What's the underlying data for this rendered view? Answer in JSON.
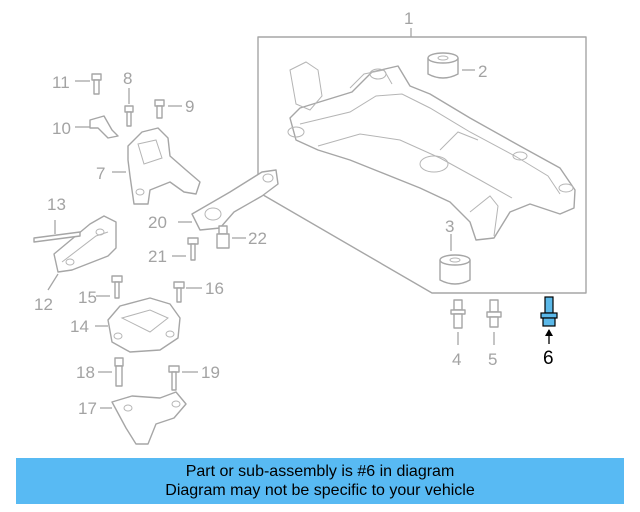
{
  "callouts": {
    "c1": "1",
    "c2": "2",
    "c3": "3",
    "c4": "4",
    "c5": "5",
    "c6": "6",
    "c7": "7",
    "c8": "8",
    "c9": "9",
    "c10": "10",
    "c11": "11",
    "c12": "12",
    "c13": "13",
    "c14": "14",
    "c15": "15",
    "c16": "16",
    "c17": "17",
    "c18": "18",
    "c19": "19",
    "c20": "20",
    "c21": "21",
    "c22": "22"
  },
  "highlighted_part": "6",
  "colors": {
    "highlight": "#5bb8e8",
    "banner": "#58baf3",
    "line": "#a6a6a6"
  },
  "banner": {
    "line1": "Part or sub-assembly is #6 in diagram",
    "line2": "Diagram may not be specific to your vehicle"
  }
}
